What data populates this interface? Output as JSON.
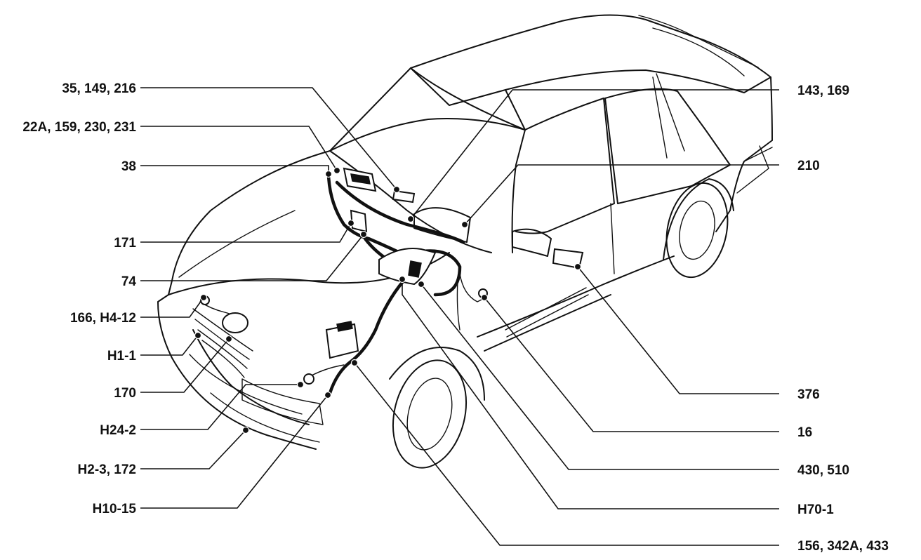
{
  "colors": {
    "ink": "#111111",
    "background": "#ffffff"
  },
  "callouts_left": [
    "35, 149, 216",
    "22A, 159, 230, 231",
    "38",
    "171",
    "74",
    "166, H4-12",
    "H1-1",
    "170",
    "H24-2",
    "H2-3, 172",
    "H10-15"
  ],
  "callouts_right": [
    "143, 169",
    "210",
    "376",
    "16",
    "430, 510",
    "H70-1",
    "156, 342A, 433"
  ]
}
